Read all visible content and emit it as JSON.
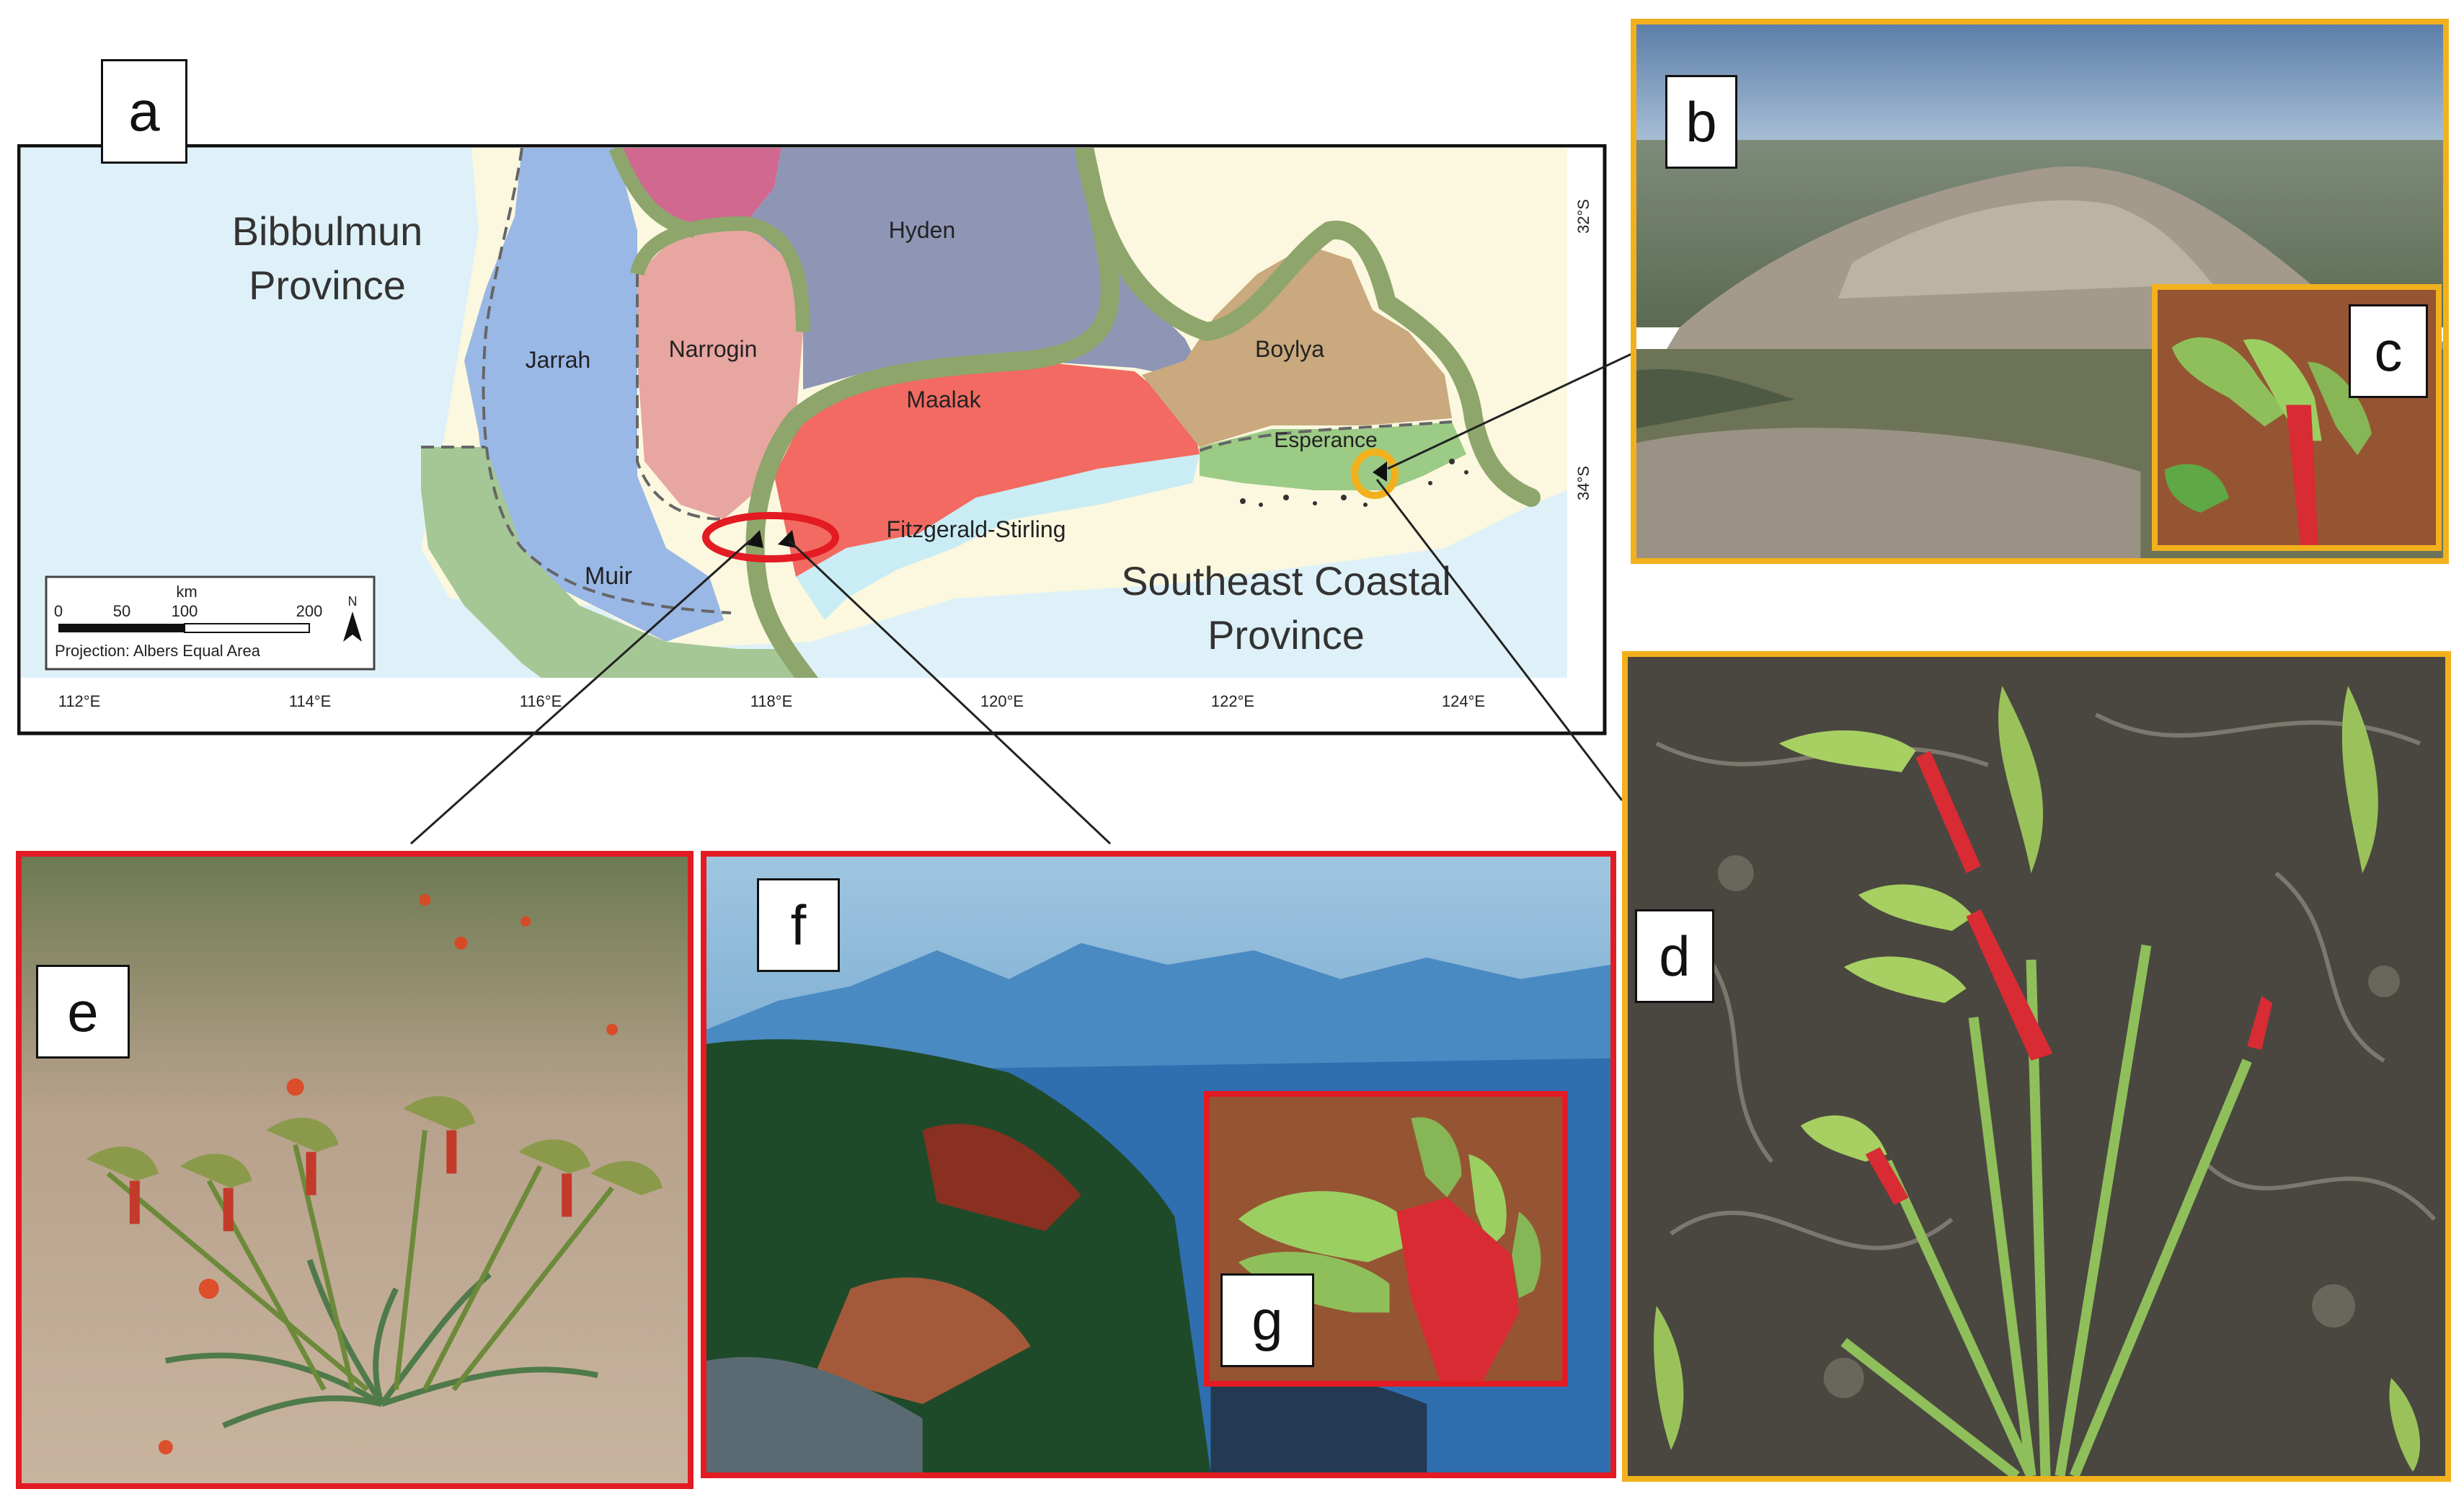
{
  "panel_labels": {
    "a": "a",
    "b": "b",
    "c": "c",
    "d": "d",
    "e": "e",
    "f": "f",
    "g": "g"
  },
  "map": {
    "regions": {
      "jarrah": "Jarrah",
      "narrogin": "Narrogin",
      "hyden": "Hyden",
      "maalak": "Maalak",
      "boylya": "Boylya",
      "esperance": "Esperance",
      "fitzgerald": "Fitzgerald-Stirling",
      "muir": "Muir"
    },
    "provinces": {
      "bibbulmun_1": "Bibbulmun",
      "bibbulmun_2": "Province",
      "southeast_1": "Southeast Coastal",
      "southeast_2": "Province"
    },
    "lon_ticks": [
      "112°E",
      "114°E",
      "116°E",
      "118°E",
      "120°E",
      "122°E",
      "124°E"
    ],
    "lat_ticks": [
      "32°S",
      "34°S"
    ],
    "scale": {
      "unit": "km",
      "tick_0": "0",
      "tick_50": "50",
      "tick_100": "100",
      "tick_200": "200",
      "projection": "Projection: Albers Equal Area",
      "north": "N"
    }
  },
  "colors": {
    "red_frame": "#e31b23",
    "yellow_frame": "#f2b11c",
    "ocean": "#dff1f8",
    "inland": "#fbf8df",
    "jarrah": "#9ab8e6",
    "narrogin": "#e8a6a0",
    "hyden": "#8f95b5",
    "maalak": "#f26a61",
    "boylya": "#c9a97d",
    "esperance": "#9ccb86",
    "fitzgerald": "#c9ecf5",
    "muir": "#a5c796",
    "top_pink": "#d06890",
    "boundary": "#8ea56c"
  }
}
